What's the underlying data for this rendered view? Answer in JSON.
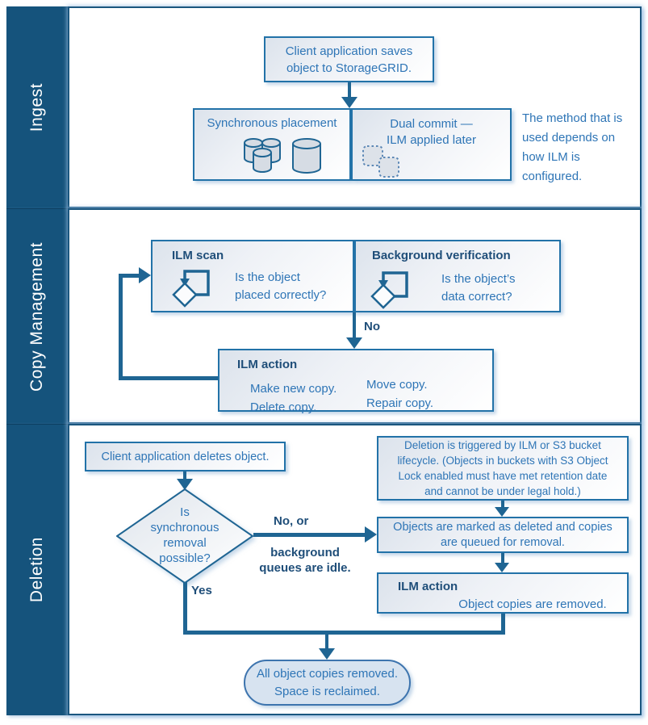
{
  "sidebar": {
    "ingest": "Ingest",
    "copy_management": "Copy Management",
    "deletion": "Deletion"
  },
  "ingest": {
    "client_save": "Client application saves\nobject to StorageGRID.",
    "sync_placement": "Synchronous placement",
    "dual_commit": "Dual commit —\nILM applied later",
    "method_note": "The method that is\nused depends on\nhow ILM is\nconfigured."
  },
  "copy_management": {
    "ilm_scan_title": "ILM scan",
    "ilm_scan_question": "Is the object\nplaced correctly?",
    "bg_verify_title": "Background verification",
    "bg_verify_question": "Is the object’s\ndata correct?",
    "no_label": "No",
    "ilm_action_title": "ILM action",
    "actions_col1": "Make new copy.\nDelete copy.",
    "actions_col2": "Move copy.\nRepair copy."
  },
  "deletion": {
    "client_delete": "Client application deletes object.",
    "diamond_question": "Is\nsynchronous\nremoval\npossible?",
    "no_label": "No, or",
    "no_sublabel": "background\nqueues are idle.",
    "yes_label": "Yes",
    "trigger_note": "Deletion is triggered by ILM or  S3 bucket\nlifecycle. (Objects in buckets with S3 Object\nLock enabled must have met retention date\nand cannot be under legal hold.)",
    "marked_deleted": "Objects are marked as deleted and copies\nare queued for removal.",
    "ilm_action_title": "ILM action",
    "ilm_action_text": "Object copies are removed.",
    "terminal": "All object copies removed.\nSpace is reclaimed."
  },
  "colors": {
    "sidebar_bg": "#15537C",
    "panel_border": "#1A567F",
    "box_border": "#2272A8",
    "arrow": "#1F6593",
    "body_text": "#2E75B6",
    "heading_text": "#1F4E79",
    "terminal_fill": "#D7E3F0",
    "icon_fill": "#D6DCE4"
  }
}
